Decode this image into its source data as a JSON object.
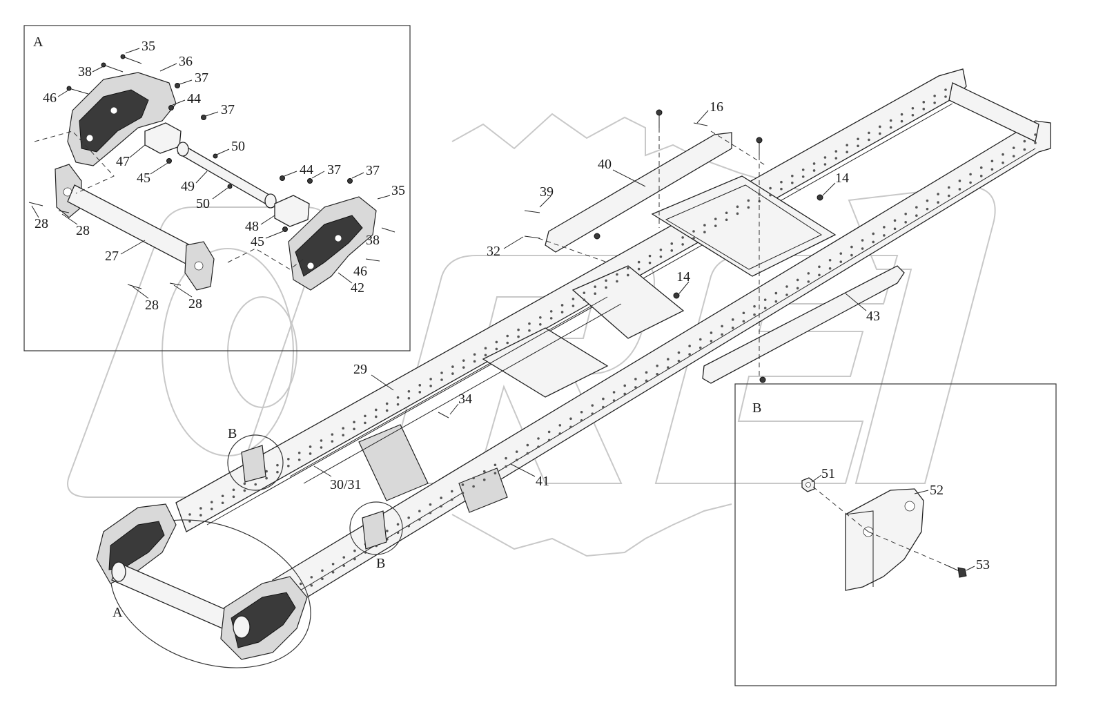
{
  "watermark": "OREX",
  "detail_a": {
    "letter": "A",
    "callouts": [
      {
        "id": "c35a",
        "text": "35"
      },
      {
        "id": "c36",
        "text": "36"
      },
      {
        "id": "c37a",
        "text": "37"
      },
      {
        "id": "c38a",
        "text": "38"
      },
      {
        "id": "c46a",
        "text": "46"
      },
      {
        "id": "c44a",
        "text": "44"
      },
      {
        "id": "c37b",
        "text": "37"
      },
      {
        "id": "c50a",
        "text": "50"
      },
      {
        "id": "c47",
        "text": "47"
      },
      {
        "id": "c45a",
        "text": "45"
      },
      {
        "id": "c44b",
        "text": "44"
      },
      {
        "id": "c37c",
        "text": "37"
      },
      {
        "id": "c37d",
        "text": "37"
      },
      {
        "id": "c49",
        "text": "49"
      },
      {
        "id": "c35b",
        "text": "35"
      },
      {
        "id": "c50b",
        "text": "50"
      },
      {
        "id": "c28a",
        "text": "28"
      },
      {
        "id": "c28b",
        "text": "28"
      },
      {
        "id": "c48",
        "text": "48"
      },
      {
        "id": "c38b",
        "text": "38"
      },
      {
        "id": "c45b",
        "text": "45"
      },
      {
        "id": "c27",
        "text": "27"
      },
      {
        "id": "c46b",
        "text": "46"
      },
      {
        "id": "c42",
        "text": "42"
      },
      {
        "id": "c28c",
        "text": "28"
      },
      {
        "id": "c28d",
        "text": "28"
      }
    ]
  },
  "main": {
    "callouts": [
      {
        "id": "m16",
        "text": "16"
      },
      {
        "id": "m40",
        "text": "40"
      },
      {
        "id": "m14a",
        "text": "14"
      },
      {
        "id": "m39",
        "text": "39"
      },
      {
        "id": "m32",
        "text": "32"
      },
      {
        "id": "m14b",
        "text": "14"
      },
      {
        "id": "m43",
        "text": "43"
      },
      {
        "id": "m29",
        "text": "29"
      },
      {
        "id": "m34",
        "text": "34"
      },
      {
        "id": "m3031",
        "text": "30/31"
      },
      {
        "id": "m41",
        "text": "41"
      }
    ],
    "ref_letters": [
      {
        "id": "rb1",
        "text": "B"
      },
      {
        "id": "rb2",
        "text": "B"
      },
      {
        "id": "ra",
        "text": "A"
      }
    ]
  },
  "detail_b": {
    "letter": "B",
    "callouts": [
      {
        "id": "b51",
        "text": "51"
      },
      {
        "id": "b52",
        "text": "52"
      },
      {
        "id": "b53",
        "text": "53"
      }
    ]
  }
}
